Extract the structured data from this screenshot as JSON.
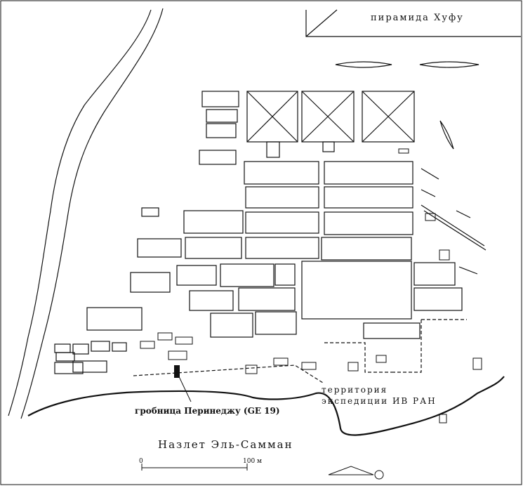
{
  "labels": {
    "pyramid": "пирамида Хуфу",
    "tomb": "гробница Перинеджу (GE 19)",
    "territory_line1": "территория",
    "territory_line2": "экспедиции ИВ РАН",
    "village": "Назлет Эль-Самман"
  },
  "scale": {
    "start": "0",
    "end": "100 м"
  },
  "colors": {
    "ink": "#111111",
    "paper": "#ffffff"
  }
}
